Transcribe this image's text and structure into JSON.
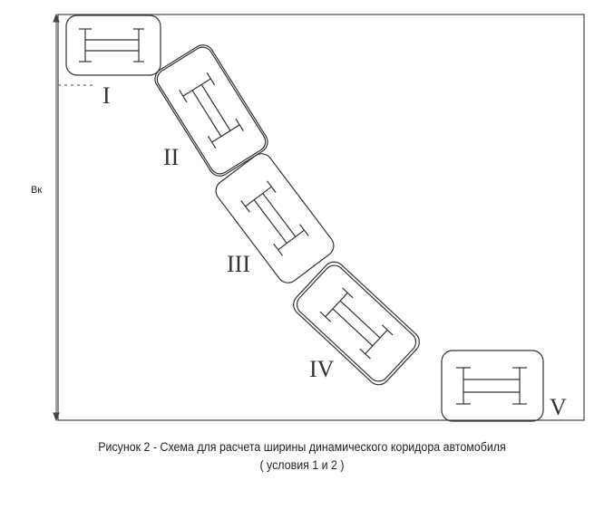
{
  "diagram": {
    "width_label": "Вк",
    "positions": [
      {
        "label": "I"
      },
      {
        "label": "II"
      },
      {
        "label": "III"
      },
      {
        "label": "IV"
      },
      {
        "label": "V"
      }
    ]
  },
  "caption": {
    "main": "Рисунок 2 - Схема для расчета ширины динамического коридора автомобиля",
    "sub": "( условия 1 и 2 )"
  },
  "colors": {
    "ink": "#333333",
    "paper": "#ffffff"
  }
}
